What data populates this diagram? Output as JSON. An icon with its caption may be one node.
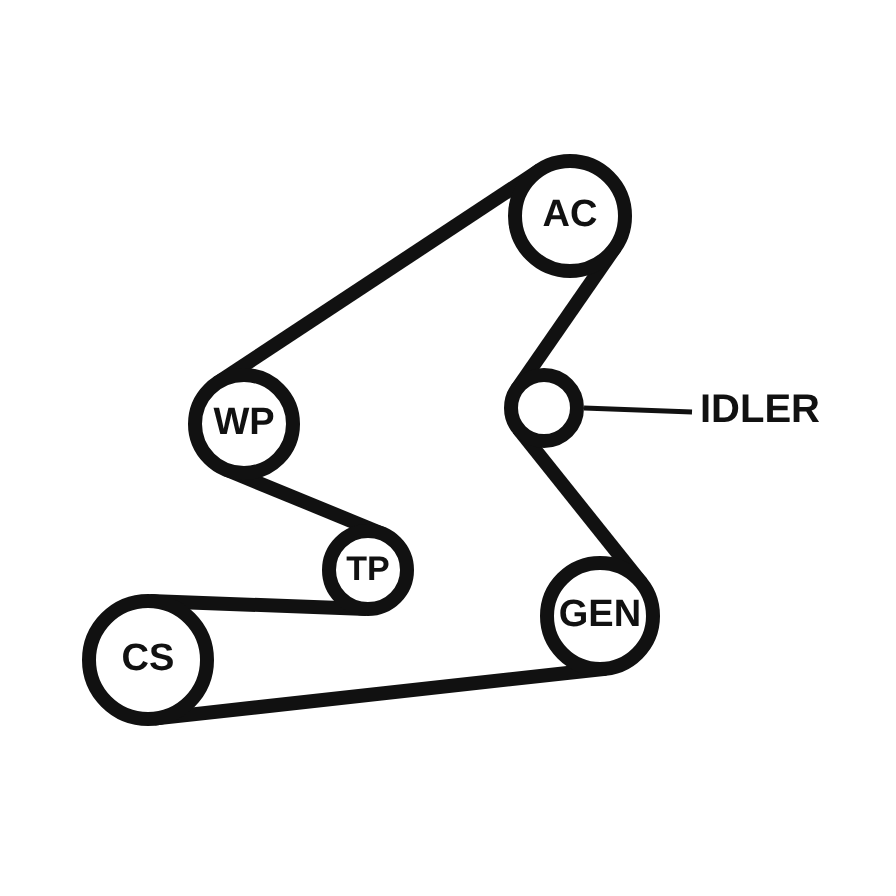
{
  "diagram": {
    "nodes": [
      {
        "text": [
          "AC"
        ]
      },
      {
        "text": [],
        "shape": "circle"
      },
      {
        "text": [
          "IDLER"
        ]
      },
      {
        "text": [
          "WP"
        ]
      },
      {
        "text": [
          "TP"
        ]
      },
      {
        "text": [
          "GEN"
        ]
      },
      {
        "text": [
          "CS"
        ]
      }
    ],
    "edges": [
      {
        "from": 0,
        "to": 1,
        "arrow": "none"
      },
      {
        "from": 1,
        "to": 5,
        "arrow": "none"
      },
      {
        "from": 5,
        "to": 6,
        "arrow": "none"
      },
      {
        "from": 6,
        "to": 4,
        "arrow": "none"
      },
      {
        "from": 4,
        "to": 3,
        "arrow": "none"
      },
      {
        "from": 3,
        "to": 0,
        "arrow": "none"
      },
      {
        "from": 2,
        "to": 1,
        "arrow": "none"
      }
    ]
  }
}
